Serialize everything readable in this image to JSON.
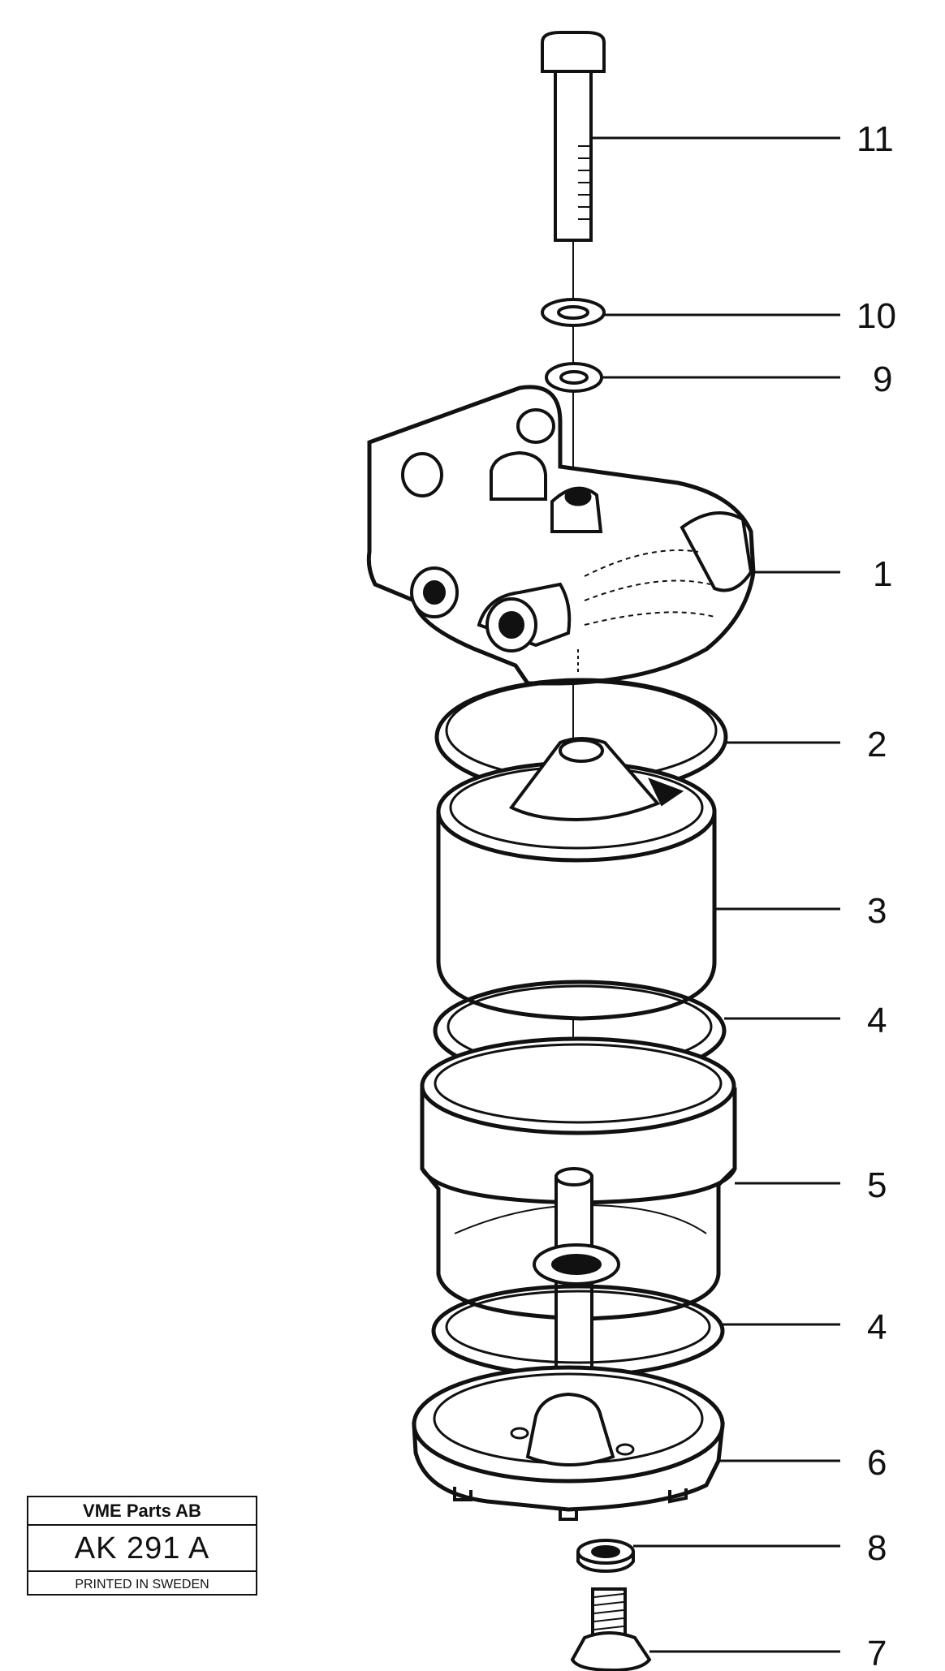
{
  "callouts": [
    "11",
    "10",
    "9",
    "1",
    "2",
    "3",
    "4",
    "5",
    "4",
    "6",
    "8",
    "7"
  ],
  "title_block": {
    "company": "VME Parts AB",
    "code": "AK 291 A",
    "printed": "PRINTED IN SWEDEN"
  }
}
